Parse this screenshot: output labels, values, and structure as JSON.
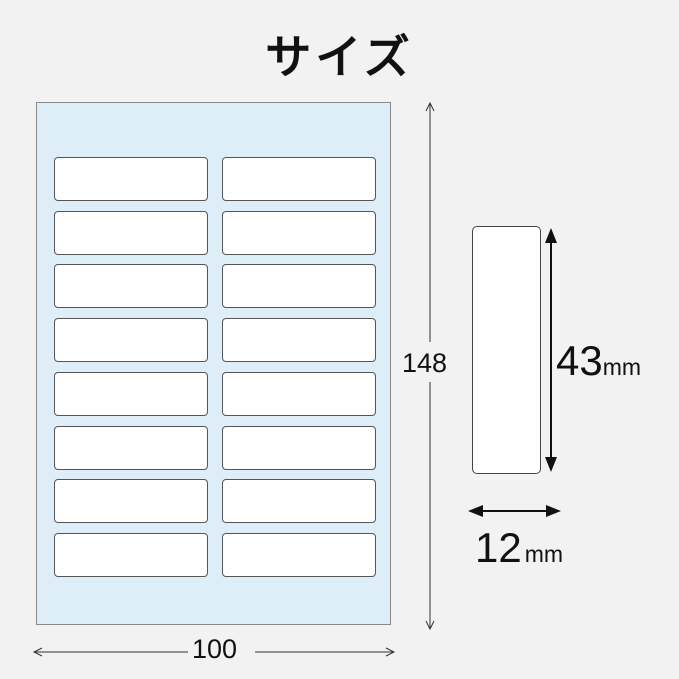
{
  "title": "サイズ",
  "sheet": {
    "columns": 2,
    "rows": 8,
    "width_label": "100",
    "height_label": "148"
  },
  "label_size": {
    "height_value": "43",
    "height_unit": "mm",
    "width_value": "12",
    "width_unit": "mm"
  },
  "colors": {
    "sheet_fill": "#ddeef9",
    "label_fill": "#ffffff",
    "background": "#f2f2f2"
  }
}
